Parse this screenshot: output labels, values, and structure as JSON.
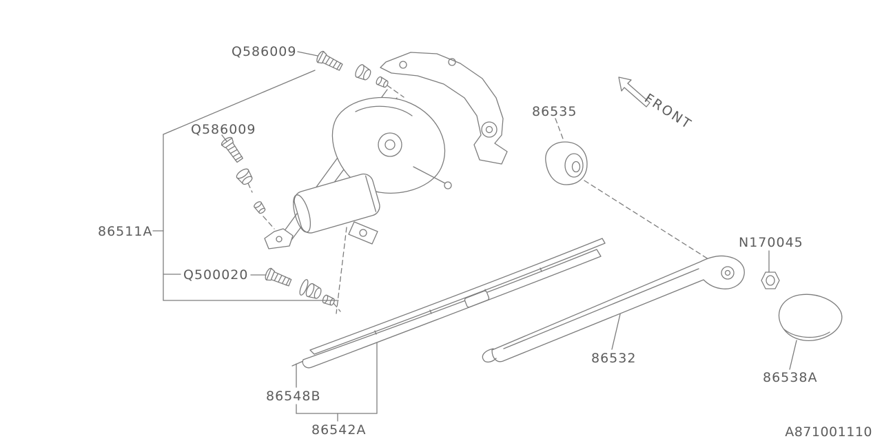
{
  "diagram": {
    "front_indicator": "FRONT",
    "code": "A871001110",
    "colors": {
      "line": "#7c7c7c",
      "text": "#5c5c5c",
      "background": "#ffffff"
    },
    "parts": [
      {
        "id": "q586009-upper",
        "label": "Q586009"
      },
      {
        "id": "q586009-lower",
        "label": "Q586009"
      },
      {
        "id": "86511a",
        "label": "86511A"
      },
      {
        "id": "q500020",
        "label": "Q500020"
      },
      {
        "id": "86535",
        "label": "86535"
      },
      {
        "id": "n170045",
        "label": "N170045"
      },
      {
        "id": "86532",
        "label": "86532"
      },
      {
        "id": "86538a",
        "label": "86538A"
      },
      {
        "id": "86548b",
        "label": "86548B"
      },
      {
        "id": "86542a",
        "label": "86542A"
      }
    ]
  }
}
